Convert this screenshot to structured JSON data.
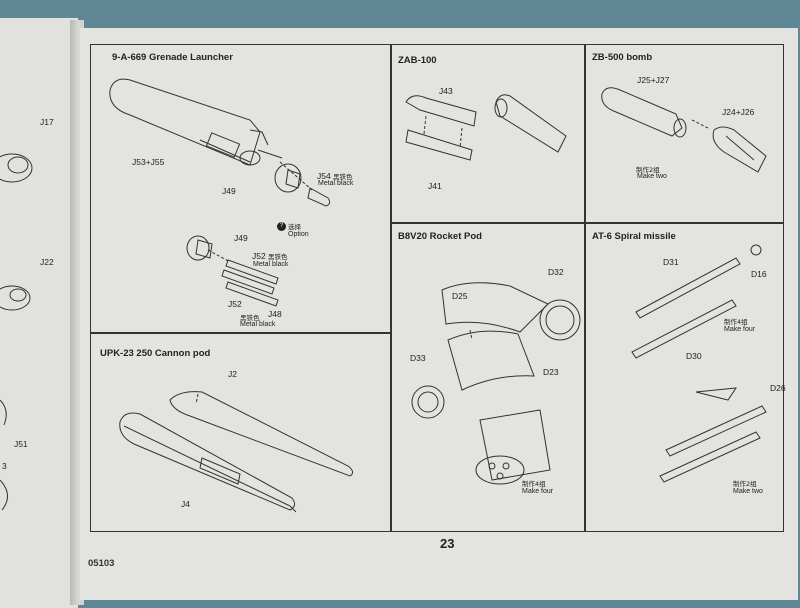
{
  "left_page": {
    "labels": [
      "J17",
      "J22",
      "J51",
      "3"
    ]
  },
  "page_number": "23",
  "product_code": "05103",
  "panels": {
    "grenade": {
      "title": "9-A-669 Grenade Launcher",
      "labels": {
        "j53_j55": "J53+J55",
        "j49_a": "J49",
        "j54": "J54",
        "j54_cn": "黑铁色",
        "j54_color": "Metal black",
        "option_cn": "选择",
        "option": "Option",
        "j49_b": "J49",
        "j52_a": "J52",
        "j52_a_cn": "黑铁色",
        "j52_a_color": "Metal black",
        "j52_b": "J52",
        "j52_b_cn": "黑铁色",
        "j52_b_color": "Metal black",
        "j48": "J48"
      }
    },
    "zab": {
      "title": "ZAB-100",
      "labels": {
        "j43": "J43",
        "j41": "J41"
      }
    },
    "zb500": {
      "title": "ZB-500 bomb",
      "labels": {
        "j25_j27": "J25+J27",
        "j24_j26": "J24+J26",
        "make_two_cn": "制作2组",
        "make_two": "Make two"
      }
    },
    "upk": {
      "title": "UPK-23  250 Cannon pod",
      "labels": {
        "j2": "J2",
        "j4": "J4"
      }
    },
    "b8v20": {
      "title": "B8V20 Rocket Pod",
      "labels": {
        "d32": "D32",
        "d25": "D25",
        "d33": "D33",
        "d23": "D23",
        "make_four_cn": "制作4组",
        "make_four": "Make four"
      }
    },
    "at6": {
      "title": "AT-6 Spiral missile",
      "labels": {
        "d31": "D31",
        "d16": "D16",
        "make_four_cn": "制作4组",
        "make_four": "Make four",
        "d30": "D30",
        "d26": "D26",
        "make_two_cn": "制作2组",
        "make_two": "Make two"
      }
    }
  },
  "colors": {
    "background": "#5f8795",
    "paper": "#e3e3df",
    "ink": "#333333"
  }
}
